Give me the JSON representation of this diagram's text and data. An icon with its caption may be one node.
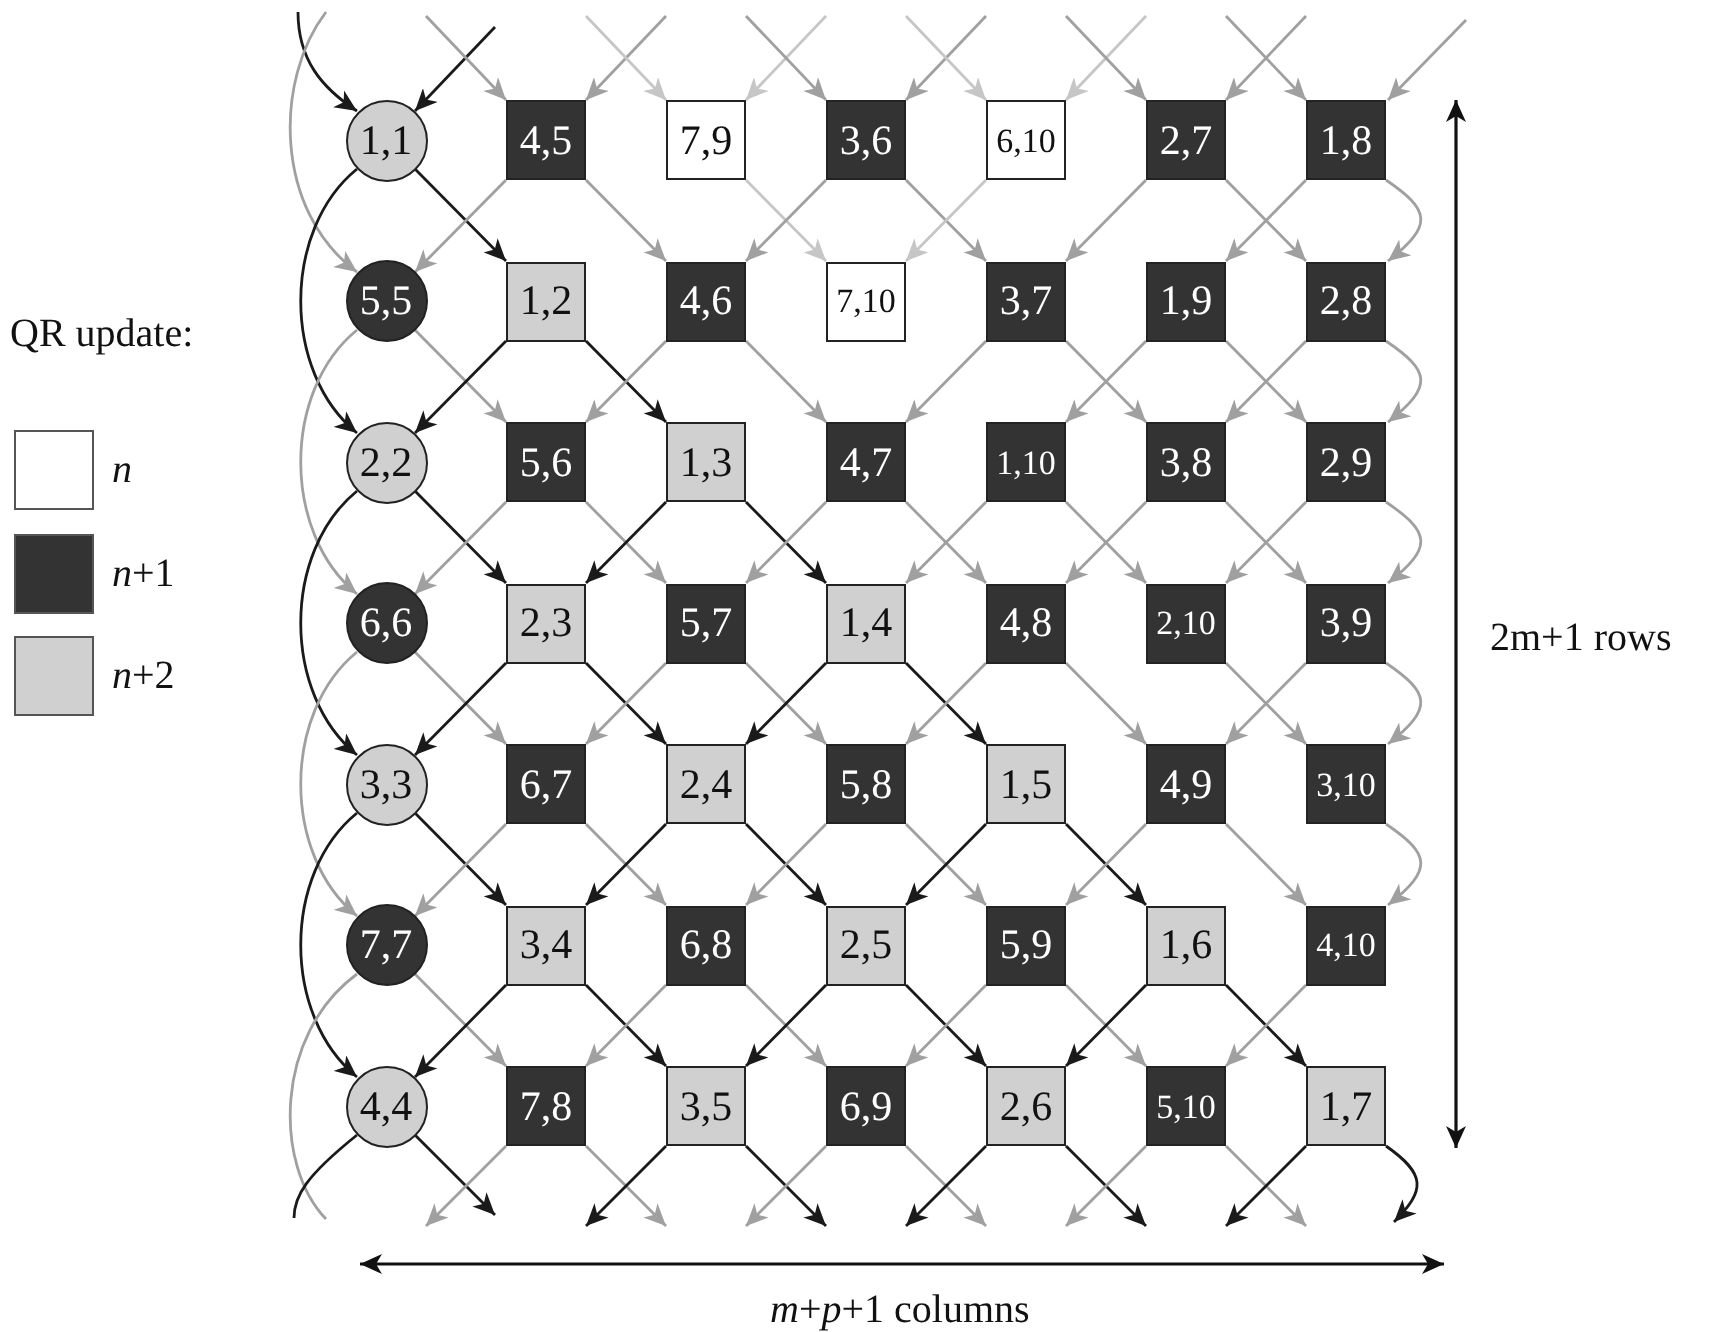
{
  "diagram": {
    "nodes": [
      {
        "text": [
          "1,1"
        ]
      },
      {
        "text": [
          "4,5"
        ]
      },
      {
        "text": [
          "7,9"
        ]
      },
      {
        "text": [
          "3,6"
        ]
      },
      {
        "text": [
          "6,10"
        ]
      },
      {
        "text": [
          "2,7"
        ]
      },
      {
        "text": [
          "1,8"
        ]
      },
      {
        "text": [
          "5,5"
        ]
      },
      {
        "text": [
          "1,2"
        ]
      },
      {
        "text": [
          "4,6"
        ]
      },
      {
        "text": [
          "7,10"
        ]
      },
      {
        "text": [
          "3,7"
        ]
      },
      {
        "text": [
          "1,9"
        ]
      },
      {
        "text": [
          "2,8"
        ]
      },
      {
        "text": [
          "2,2"
        ]
      },
      {
        "text": [
          "5,6"
        ]
      },
      {
        "text": [
          "1,3"
        ]
      },
      {
        "text": [
          "4,7"
        ]
      },
      {
        "text": [
          "1,10"
        ]
      },
      {
        "text": [
          "3,8"
        ]
      },
      {
        "text": [
          "2,9"
        ]
      },
      {
        "text": [
          "6,6"
        ]
      },
      {
        "text": [
          "2,3"
        ]
      },
      {
        "text": [
          "5,7"
        ]
      },
      {
        "text": [
          "1,4"
        ]
      },
      {
        "text": [
          "4,8"
        ]
      },
      {
        "text": [
          "2,10"
        ]
      },
      {
        "text": [
          "3,9"
        ]
      },
      {
        "text": [
          "3,3"
        ]
      },
      {
        "text": [
          "6,7"
        ]
      },
      {
        "text": [
          "2,4"
        ]
      },
      {
        "text": [
          "5,8"
        ]
      },
      {
        "text": [
          "1,5"
        ]
      },
      {
        "text": [
          "4,9"
        ]
      },
      {
        "text": [
          "3,10"
        ]
      },
      {
        "text": [
          "7,7"
        ]
      },
      {
        "text": [
          "3,4"
        ]
      },
      {
        "text": [
          "6,8"
        ]
      },
      {
        "text": [
          "2,5"
        ]
      },
      {
        "text": [
          "5,9"
        ]
      },
      {
        "text": [
          "1,6"
        ]
      },
      {
        "text": [
          "4,10"
        ]
      },
      {
        "text": [
          "4,4"
        ]
      },
      {
        "text": [
          "7,8"
        ]
      },
      {
        "text": [
          "3,5"
        ]
      },
      {
        "text": [
          "6,9"
        ]
      },
      {
        "text": [
          "2,6"
        ]
      },
      {
        "text": [
          "5,10"
        ]
      },
      {
        "text": [
          "1,7"
        ]
      }
    ],
    "edges": [
      {
        "from": null,
        "to": 0,
        "arrow": "to",
        "color": "#1a1a1a"
      },
      {
        "from": null,
        "to": 0,
        "arrow": "to",
        "color": "#1a1a1a"
      },
      {
        "from": null,
        "to": 1,
        "arrow": "to"
      },
      {
        "from": null,
        "to": 1,
        "arrow": "to"
      },
      {
        "from": null,
        "to": 2,
        "arrow": "to",
        "color": "#c6c6c6"
      },
      {
        "from": null,
        "to": 2,
        "arrow": "to",
        "color": "#c6c6c6"
      },
      {
        "from": null,
        "to": 3,
        "arrow": "to"
      },
      {
        "from": null,
        "to": 3,
        "arrow": "to"
      },
      {
        "from": null,
        "to": 4,
        "arrow": "to",
        "color": "#c6c6c6"
      },
      {
        "from": null,
        "to": 4,
        "arrow": "to",
        "color": "#c6c6c6"
      },
      {
        "from": null,
        "to": 5,
        "arrow": "to"
      },
      {
        "from": null,
        "to": 5,
        "arrow": "to"
      },
      {
        "from": null,
        "to": 6,
        "arrow": "to"
      },
      {
        "from": null,
        "to": 6,
        "arrow": "to"
      },
      {
        "from": null,
        "to": 7,
        "arrow": "to"
      },
      {
        "from": 0,
        "to": 8,
        "arrow": "to",
        "color": "#1a1a1a"
      },
      {
        "from": 0,
        "to": 14,
        "arrow": "to",
        "color": "#1a1a1a"
      },
      {
        "from": 1,
        "to": 7,
        "arrow": "to"
      },
      {
        "from": 1,
        "to": 9,
        "arrow": "to"
      },
      {
        "from": 2,
        "to": 10,
        "arrow": "to",
        "color": "#c6c6c6"
      },
      {
        "from": 3,
        "to": 9,
        "arrow": "to"
      },
      {
        "from": 3,
        "to": 11,
        "arrow": "to"
      },
      {
        "from": 4,
        "to": 10,
        "arrow": "to",
        "color": "#c6c6c6"
      },
      {
        "from": 5,
        "to": 11,
        "arrow": "to"
      },
      {
        "from": 5,
        "to": 13,
        "arrow": "to"
      },
      {
        "from": 6,
        "to": 12,
        "arrow": "to"
      },
      {
        "from": 6,
        "to": 13,
        "arrow": "to"
      },
      {
        "from": 7,
        "to": 15,
        "arrow": "to"
      },
      {
        "from": 7,
        "to": 21,
        "arrow": "to"
      },
      {
        "from": 8,
        "to": 14,
        "arrow": "to",
        "color": "#1a1a1a"
      },
      {
        "from": 8,
        "to": 16,
        "arrow": "to",
        "color": "#1a1a1a"
      },
      {
        "from": 9,
        "to": 15,
        "arrow": "to"
      },
      {
        "from": 9,
        "to": 17,
        "arrow": "to"
      },
      {
        "from": 11,
        "to": 17,
        "arrow": "to"
      },
      {
        "from": 11,
        "to": 19,
        "arrow": "to"
      },
      {
        "from": 12,
        "to": 18,
        "arrow": "to"
      },
      {
        "from": 12,
        "to": 20,
        "arrow": "to"
      },
      {
        "from": 13,
        "to": 19,
        "arrow": "to"
      },
      {
        "from": 13,
        "to": 20,
        "arrow": "to"
      },
      {
        "from": 14,
        "to": 22,
        "arrow": "to",
        "color": "#1a1a1a"
      },
      {
        "from": 14,
        "to": 28,
        "arrow": "to",
        "color": "#1a1a1a"
      },
      {
        "from": 15,
        "to": 21,
        "arrow": "to"
      },
      {
        "from": 15,
        "to": 23,
        "arrow": "to"
      },
      {
        "from": 16,
        "to": 22,
        "arrow": "to",
        "color": "#1a1a1a"
      },
      {
        "from": 16,
        "to": 24,
        "arrow": "to",
        "color": "#1a1a1a"
      },
      {
        "from": 17,
        "to": 23,
        "arrow": "to"
      },
      {
        "from": 17,
        "to": 25,
        "arrow": "to"
      },
      {
        "from": 18,
        "to": 24,
        "arrow": "to"
      },
      {
        "from": 18,
        "to": 26,
        "arrow": "to"
      },
      {
        "from": 19,
        "to": 25,
        "arrow": "to"
      },
      {
        "from": 19,
        "to": 27,
        "arrow": "to"
      },
      {
        "from": 20,
        "to": 26,
        "arrow": "to"
      },
      {
        "from": 20,
        "to": 27,
        "arrow": "to"
      },
      {
        "from": 21,
        "to": 29,
        "arrow": "to"
      },
      {
        "from": 21,
        "to": 35,
        "arrow": "to"
      },
      {
        "from": 22,
        "to": 28,
        "arrow": "to",
        "color": "#1a1a1a"
      },
      {
        "from": 22,
        "to": 30,
        "arrow": "to",
        "color": "#1a1a1a"
      },
      {
        "from": 23,
        "to": 29,
        "arrow": "to"
      },
      {
        "from": 23,
        "to": 31,
        "arrow": "to"
      },
      {
        "from": 24,
        "to": 30,
        "arrow": "to",
        "color": "#1a1a1a"
      },
      {
        "from": 24,
        "to": 32,
        "arrow": "to",
        "color": "#1a1a1a"
      },
      {
        "from": 25,
        "to": 31,
        "arrow": "to"
      },
      {
        "from": 25,
        "to": 33,
        "arrow": "to"
      },
      {
        "from": 26,
        "to": 34,
        "arrow": "to"
      },
      {
        "from": 27,
        "to": 33,
        "arrow": "to"
      },
      {
        "from": 27,
        "to": 34,
        "arrow": "to"
      },
      {
        "from": 28,
        "to": 36,
        "arrow": "to",
        "color": "#1a1a1a"
      },
      {
        "from": 28,
        "to": 42,
        "arrow": "to",
        "color": "#1a1a1a"
      },
      {
        "from": 29,
        "to": 35,
        "arrow": "to"
      },
      {
        "from": 29,
        "to": 37,
        "arrow": "to"
      },
      {
        "from": 30,
        "to": 36,
        "arrow": "to",
        "color": "#1a1a1a"
      },
      {
        "from": 30,
        "to": 38,
        "arrow": "to",
        "color": "#1a1a1a"
      },
      {
        "from": 31,
        "to": 37,
        "arrow": "to"
      },
      {
        "from": 31,
        "to": 39,
        "arrow": "to"
      },
      {
        "from": 32,
        "to": 38,
        "arrow": "to",
        "color": "#1a1a1a"
      },
      {
        "from": 32,
        "to": 40,
        "arrow": "to",
        "color": "#1a1a1a"
      },
      {
        "from": 33,
        "to": 39,
        "arrow": "to"
      },
      {
        "from": 33,
        "to": 41,
        "arrow": "to"
      },
      {
        "from": 34,
        "to": 41,
        "arrow": "to"
      },
      {
        "from": 35,
        "to": 43,
        "arrow": "to"
      },
      {
        "from": 35,
        "to": null,
        "arrow": "none"
      },
      {
        "from": 36,
        "to": 42,
        "arrow": "to",
        "color": "#1a1a1a"
      },
      {
        "from": 36,
        "to": 44,
        "arrow": "to",
        "color": "#1a1a1a"
      },
      {
        "from": 37,
        "to": 43,
        "arrow": "to"
      },
      {
        "from": 37,
        "to": 45,
        "arrow": "to"
      },
      {
        "from": 38,
        "to": 44,
        "arrow": "to",
        "color": "#1a1a1a"
      },
      {
        "from": 38,
        "to": 46,
        "arrow": "to",
        "color": "#1a1a1a"
      },
      {
        "from": 39,
        "to": 45,
        "arrow": "to"
      },
      {
        "from": 39,
        "to": 47,
        "arrow": "to"
      },
      {
        "from": 40,
        "to": 46,
        "arrow": "to",
        "color": "#1a1a1a"
      },
      {
        "from": 40,
        "to": 48,
        "arrow": "to",
        "color": "#1a1a1a"
      },
      {
        "from": 41,
        "to": 47,
        "arrow": "to"
      },
      {
        "from": 42,
        "to": null,
        "arrow": "none",
        "color": "#1a1a1a"
      },
      {
        "from": 42,
        "to": null,
        "arrow": "to",
        "color": "#1a1a1a"
      },
      {
        "from": 43,
        "to": null,
        "arrow": "to"
      },
      {
        "from": 43,
        "to": null,
        "arrow": "to"
      },
      {
        "from": 44,
        "to": null,
        "arrow": "to",
        "color": "#1a1a1a"
      },
      {
        "from": 44,
        "to": null,
        "arrow": "to",
        "color": "#1a1a1a"
      },
      {
        "from": 45,
        "to": null,
        "arrow": "to"
      },
      {
        "from": 45,
        "to": null,
        "arrow": "to"
      },
      {
        "from": 46,
        "to": null,
        "arrow": "to",
        "color": "#1a1a1a"
      },
      {
        "from": 46,
        "to": null,
        "arrow": "to",
        "color": "#1a1a1a"
      },
      {
        "from": 47,
        "to": null,
        "arrow": "to"
      },
      {
        "from": 47,
        "to": null,
        "arrow": "to"
      },
      {
        "from": 48,
        "to": null,
        "arrow": "to",
        "color": "#1a1a1a"
      },
      {
        "from": 48,
        "to": null,
        "arrow": "to",
        "color": "#1a1a1a"
      }
    ],
    "labels": [
      "QR update:",
      "2m+1 rows",
      "*m*+*p*+1 columns"
    ],
    "legend": [
      {
        "text": "*n*",
        "color": "#ffffff"
      },
      {
        "text": "*n*+1",
        "color": "#333333"
      },
      {
        "text": "*n*+2",
        "color": "#d0d0d0"
      }
    ]
  }
}
